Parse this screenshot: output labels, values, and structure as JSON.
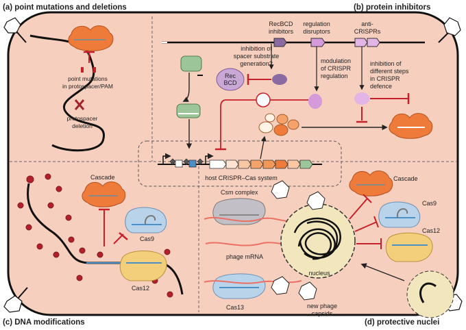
{
  "panels": {
    "a": "(a) point mutations and deletions",
    "b": "(b) protein inhibitors",
    "c": "(c) DNA modifications",
    "d": "(d) protective nuclei"
  },
  "panel_a": {
    "point_mutations": [
      "point mutations",
      "in protospacer/PAM"
    ],
    "deletion": [
      "protospacer",
      "deletion"
    ]
  },
  "panel_b": {
    "recbcd_inhibitors": [
      "RecBCD",
      "inhibitors"
    ],
    "regulation_disruptors": [
      "regulation",
      "disruptors"
    ],
    "anti_crisprs": [
      "anti-",
      "CRISPRs"
    ],
    "inhibition_spacer": [
      "inhibition of",
      "spacer substrate",
      "generation?"
    ],
    "rec_bcd": [
      "Rec",
      "BCD"
    ],
    "modulation": [
      "modulation",
      "of CRISPR",
      "regulation"
    ],
    "inhibition_steps": [
      "inhibition of",
      "different steps",
      "in CRISPR",
      "defence"
    ],
    "host_system": "host CRISPR–Cas system"
  },
  "panel_c": {
    "cascade": "Cascade",
    "cas9": "Cas9",
    "cas12": "Cas12"
  },
  "panel_d": {
    "csm_complex": "Csm complex",
    "phage_mrna": "phage mRNA",
    "cas13": "Cas13",
    "nucleus": "nucleus",
    "new_capsids": [
      "new phage",
      "capsids"
    ],
    "cascade": "Cascade",
    "cas9": "Cas9",
    "cas12": "Cas12"
  },
  "colors": {
    "cell_fill": "#f7cfbe",
    "inhibit_red": "#c8202a",
    "cascade_orange": "#ef7b3a",
    "rec_purple": "#c9a7d6",
    "cas9_blue": "#b9d3ea",
    "cas12_yellow": "#f3cf7c",
    "green": "#9cc59a",
    "nucleus_fill": "#f2e6bd"
  }
}
